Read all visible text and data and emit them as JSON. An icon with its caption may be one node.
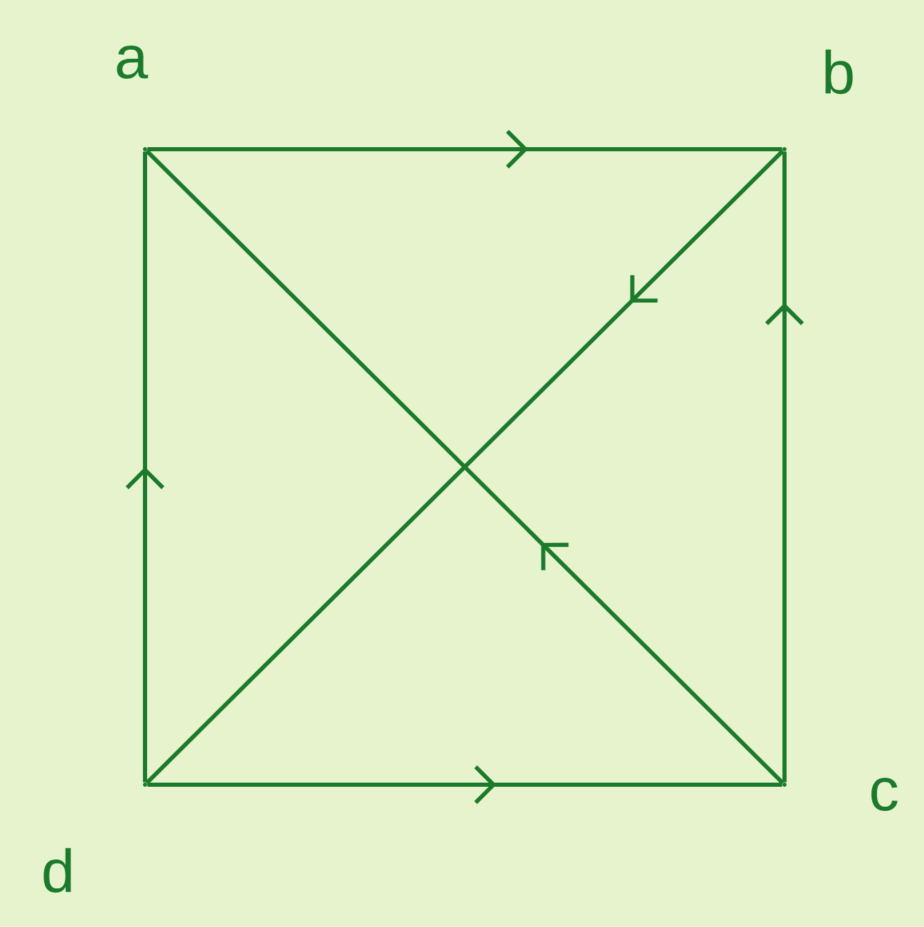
{
  "diagram": {
    "nodes": [
      {
        "text": [],
        "shape": "circle",
        "beside": [
          "a"
        ]
      },
      {
        "text": [],
        "shape": "circle",
        "beside": [
          "b"
        ]
      },
      {
        "text": [],
        "shape": "circle",
        "beside": [
          "c"
        ]
      },
      {
        "text": [],
        "shape": "circle",
        "beside": [
          "d"
        ]
      }
    ],
    "edges": [
      {
        "from": 0,
        "to": 1,
        "arrow": "to"
      },
      {
        "from": 1,
        "to": 3,
        "arrow": "to"
      },
      {
        "from": 2,
        "to": 1,
        "arrow": "to"
      },
      {
        "from": 3,
        "to": 0,
        "arrow": "to"
      },
      {
        "from": 3,
        "to": 2,
        "arrow": "to"
      },
      {
        "from": 2,
        "to": 0,
        "arrow": "to"
      }
    ]
  }
}
